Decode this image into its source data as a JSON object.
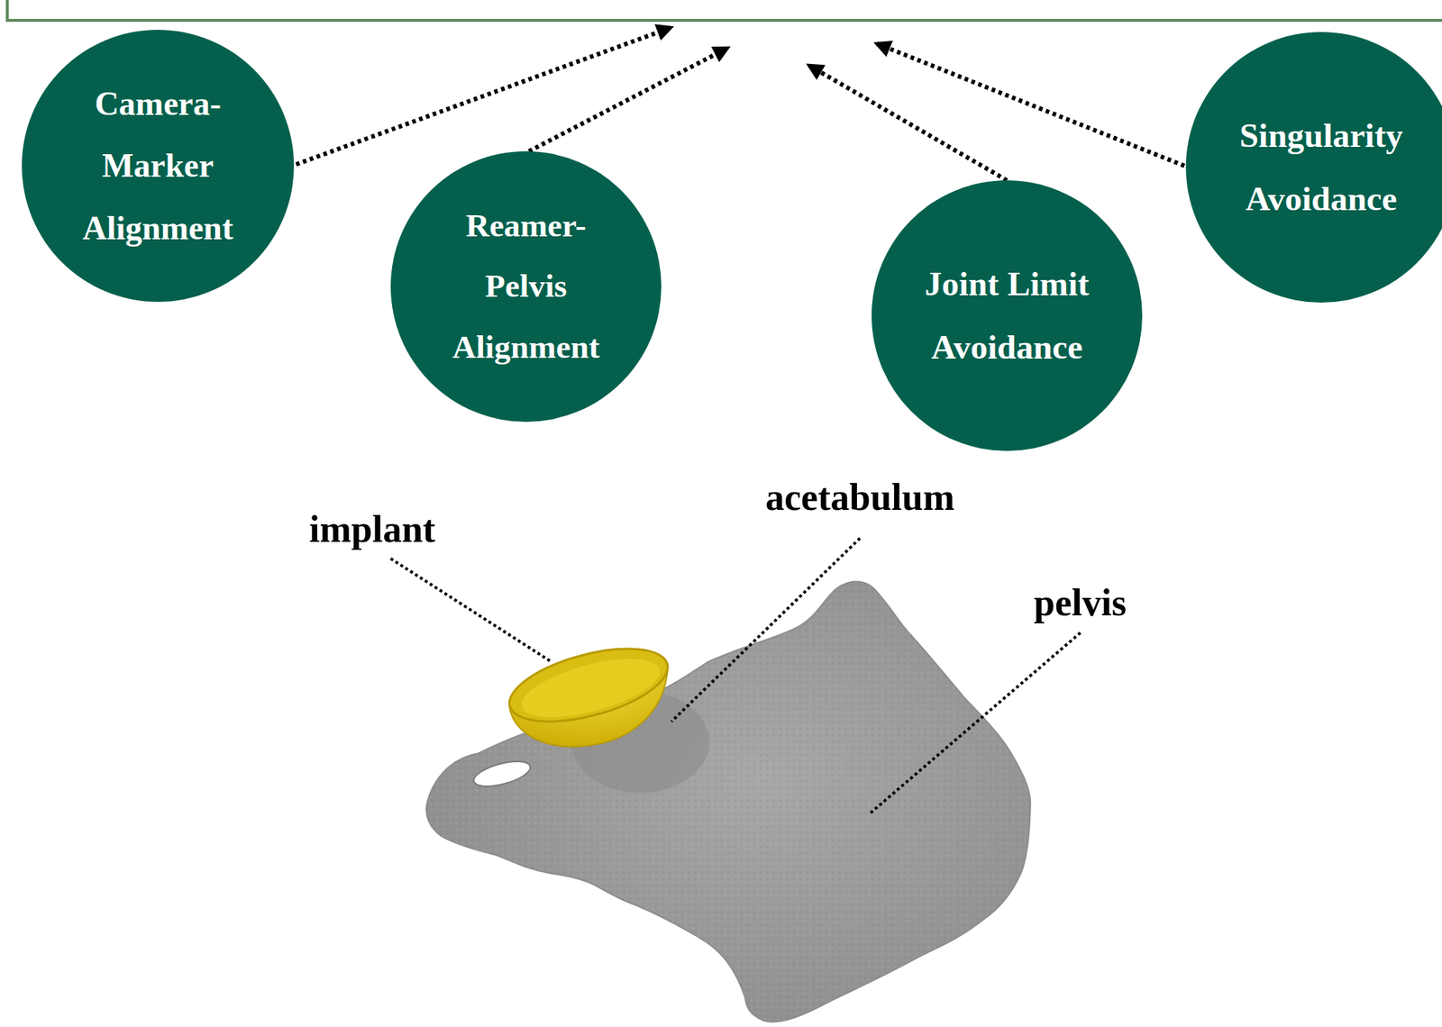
{
  "diagram": {
    "nodes": [
      {
        "text": [
          "Camera- Marker Alignment"
        ]
      },
      {
        "text": [
          "Reamer- Pelvis Alignment"
        ]
      },
      {
        "text": [
          "Joint Limit Avoidance"
        ]
      },
      {
        "text": [
          "Singularity Avoidance"
        ]
      }
    ],
    "labels": [
      "implant",
      "acetabulum",
      "pelvis"
    ]
  }
}
